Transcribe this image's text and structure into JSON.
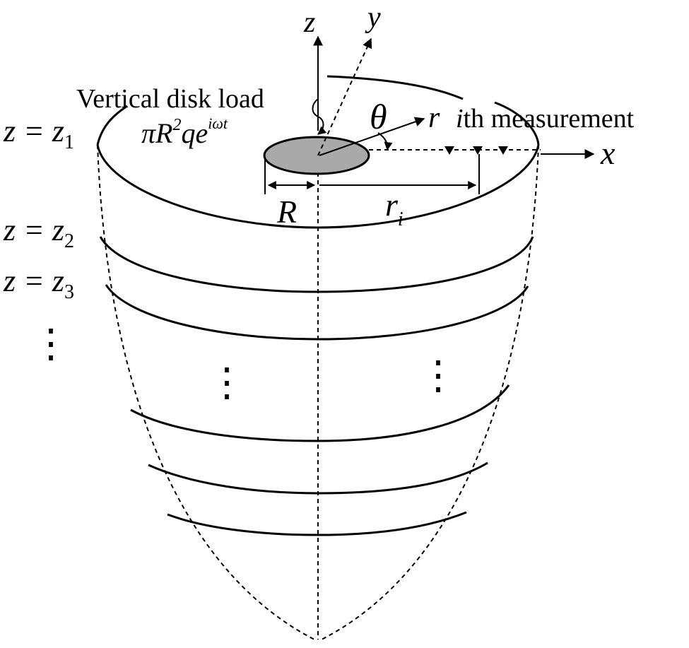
{
  "axes": {
    "z": "z",
    "y": "y",
    "r": "r",
    "theta": "θ",
    "x": "x"
  },
  "load_label": "Vertical disk load",
  "load_expr": {
    "base": "πR",
    "sup1": "2",
    "mid": "qe",
    "sup2": "iωt"
  },
  "measurement_label": {
    "i": "i",
    "rest": "th measurement"
  },
  "radius_label": "R",
  "ri_label": {
    "base": "r",
    "sub": "i"
  },
  "layer_labels": [
    {
      "lhs": "z = z",
      "sub": "1"
    },
    {
      "lhs": "z = z",
      "sub": "2"
    },
    {
      "lhs": "z = z",
      "sub": "3"
    }
  ],
  "ellipsis": "⋮",
  "colors": {
    "disk_fill": "#a9a9a9",
    "stroke": "#000000",
    "background": "#ffffff"
  }
}
